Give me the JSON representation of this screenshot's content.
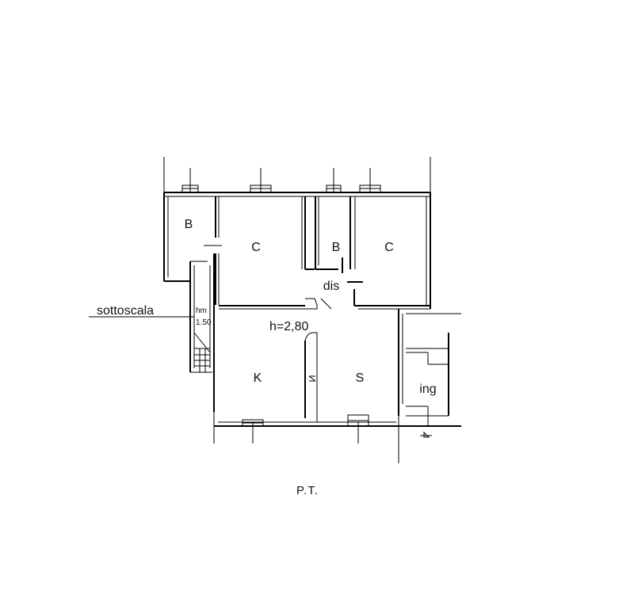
{
  "rooms": {
    "bath_left": "B",
    "bedroom_left": "C",
    "bath_center": "B",
    "bedroom_right": "C",
    "hallway": "dis",
    "kitchen": "K",
    "living": "S",
    "entrance": "ing"
  },
  "annotations": {
    "under_stairs": "sottoscala",
    "under_stairs_height_label": "hm",
    "under_stairs_height_value": "1.50",
    "ceiling_height": "h=2,80"
  },
  "caption": "P.T."
}
